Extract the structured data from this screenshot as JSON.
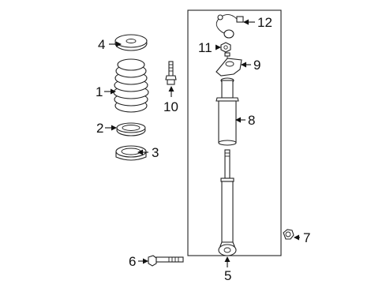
{
  "diagram": {
    "callouts": [
      {
        "id": "c1",
        "number": "1"
      },
      {
        "id": "c2",
        "number": "2"
      },
      {
        "id": "c3",
        "number": "3"
      },
      {
        "id": "c4",
        "number": "4"
      },
      {
        "id": "c5",
        "number": "5"
      },
      {
        "id": "c6",
        "number": "6"
      },
      {
        "id": "c7",
        "number": "7"
      },
      {
        "id": "c8",
        "number": "8"
      },
      {
        "id": "c9",
        "number": "9"
      },
      {
        "id": "c10",
        "number": "10"
      },
      {
        "id": "c11",
        "number": "11"
      },
      {
        "id": "c12",
        "number": "12"
      }
    ]
  }
}
